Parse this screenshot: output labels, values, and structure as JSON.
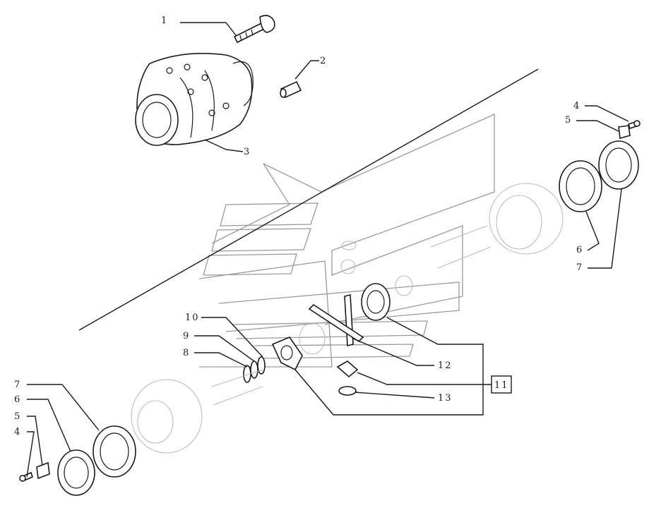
{
  "labels": {
    "l1": "1",
    "l2": "2",
    "l3": "3",
    "l4a": "4",
    "l5a": "5",
    "l6a": "6",
    "l7a": "7",
    "l4b": "4",
    "l5b": "5",
    "l6b": "6",
    "l7b": "7",
    "l8": "8",
    "l9": "9",
    "l10": "10",
    "l11": "11",
    "l12": "12",
    "l13": "13"
  },
  "colors": {
    "ink": "#1a1a1a",
    "ghost": "#bdbdbd",
    "watermark": "#9a9a9a"
  }
}
